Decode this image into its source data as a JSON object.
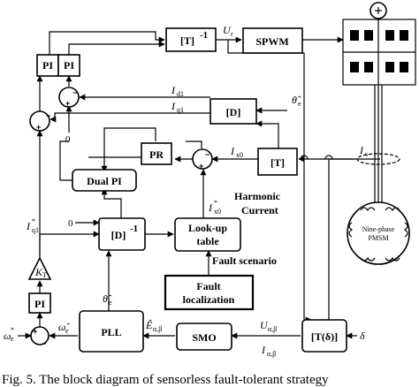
{
  "blocks": {
    "pi_top_left": "PI",
    "pi_top_right": "PI",
    "pi_bottom": "PI",
    "t_inverse": "[T]",
    "t_inverse_exp": "-1",
    "spwm": "SPWM",
    "d_block": "[D]",
    "pr": "PR",
    "t_block": "[T]",
    "dual_pi": "Dual PI",
    "d_inverse": "[D]",
    "d_inverse_exp": "-1",
    "lookup_line1": "Look-up",
    "lookup_line2": "table",
    "fault_loc_line1": "Fault",
    "fault_loc_line2": "localization",
    "pll": "PLL",
    "smo": "SMO",
    "t_delta": "[T(δ)]",
    "kt": "K",
    "kt_sub": "T"
  },
  "signals": {
    "ur": "U",
    "ur_sub": "r",
    "id1": "I",
    "id1_sub": "d1",
    "iq1": "I",
    "iq1_sub": "q1",
    "theta_hat": "θ̂",
    "theta_sub": "e",
    "ix0": "I",
    "ix0_sub": "x0",
    "ix0_ref": "I",
    "ix0_ref_sup": "*",
    "ix0_ref_sub": "x0",
    "iq1_ref": "I",
    "iq1_ref_sup": "*",
    "iq1_ref_sub": "q1",
    "zero_mid": "0",
    "zero_dual": "0",
    "is": "I",
    "is_sub": "s",
    "u_ab": "U",
    "u_ab_sub": "α,β",
    "i_ab": "I",
    "i_ab_sub": "α,β",
    "e_ab": "Ê",
    "e_ab_sub": "α,β",
    "omega_hat": "ω̂",
    "omega_hat_sub": "e",
    "theta_pll": "θ̂",
    "theta_pll_sub": "e",
    "omega_ref": "ω",
    "omega_ref_sup": "*",
    "omega_ref_sub": "e",
    "delta": "δ",
    "harmonic_line1": "Harmonic",
    "harmonic_line2": "Current",
    "fault_scenario": "Fault scenario",
    "motor_line1": "Nine-phase",
    "motor_line2": "PMSM"
  },
  "signs": {
    "plus": "+",
    "minus": "−"
  },
  "caption": "Fig. 5.   The block diagram of sensorless fault-tolerant strategy"
}
